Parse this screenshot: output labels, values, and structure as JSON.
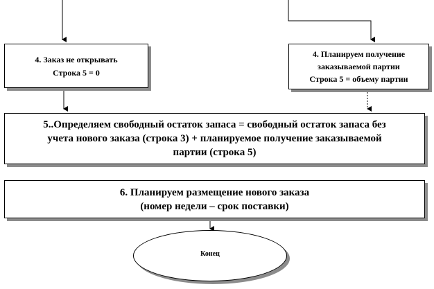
{
  "diagram": {
    "left_box": {
      "line1": "4. Заказ не открывать",
      "line2": "Строка 5 = 0"
    },
    "right_box": {
      "line1": "4. Планируем получение",
      "line2": "заказываемой партии",
      "line3": "Строка 5 = объему партии"
    },
    "box5": {
      "line1": "5..Определяем свободный остаток запаса = свободный остаток запаса без",
      "line2": "учета нового заказа (строка 3) + планируемое получение заказываемой",
      "line3": "партии (строка 5)"
    },
    "box6": {
      "line1": "6. Планируем размещение нового заказа",
      "line2": "(номер недели – срок поставки)"
    },
    "end": {
      "label": "Конец"
    }
  }
}
